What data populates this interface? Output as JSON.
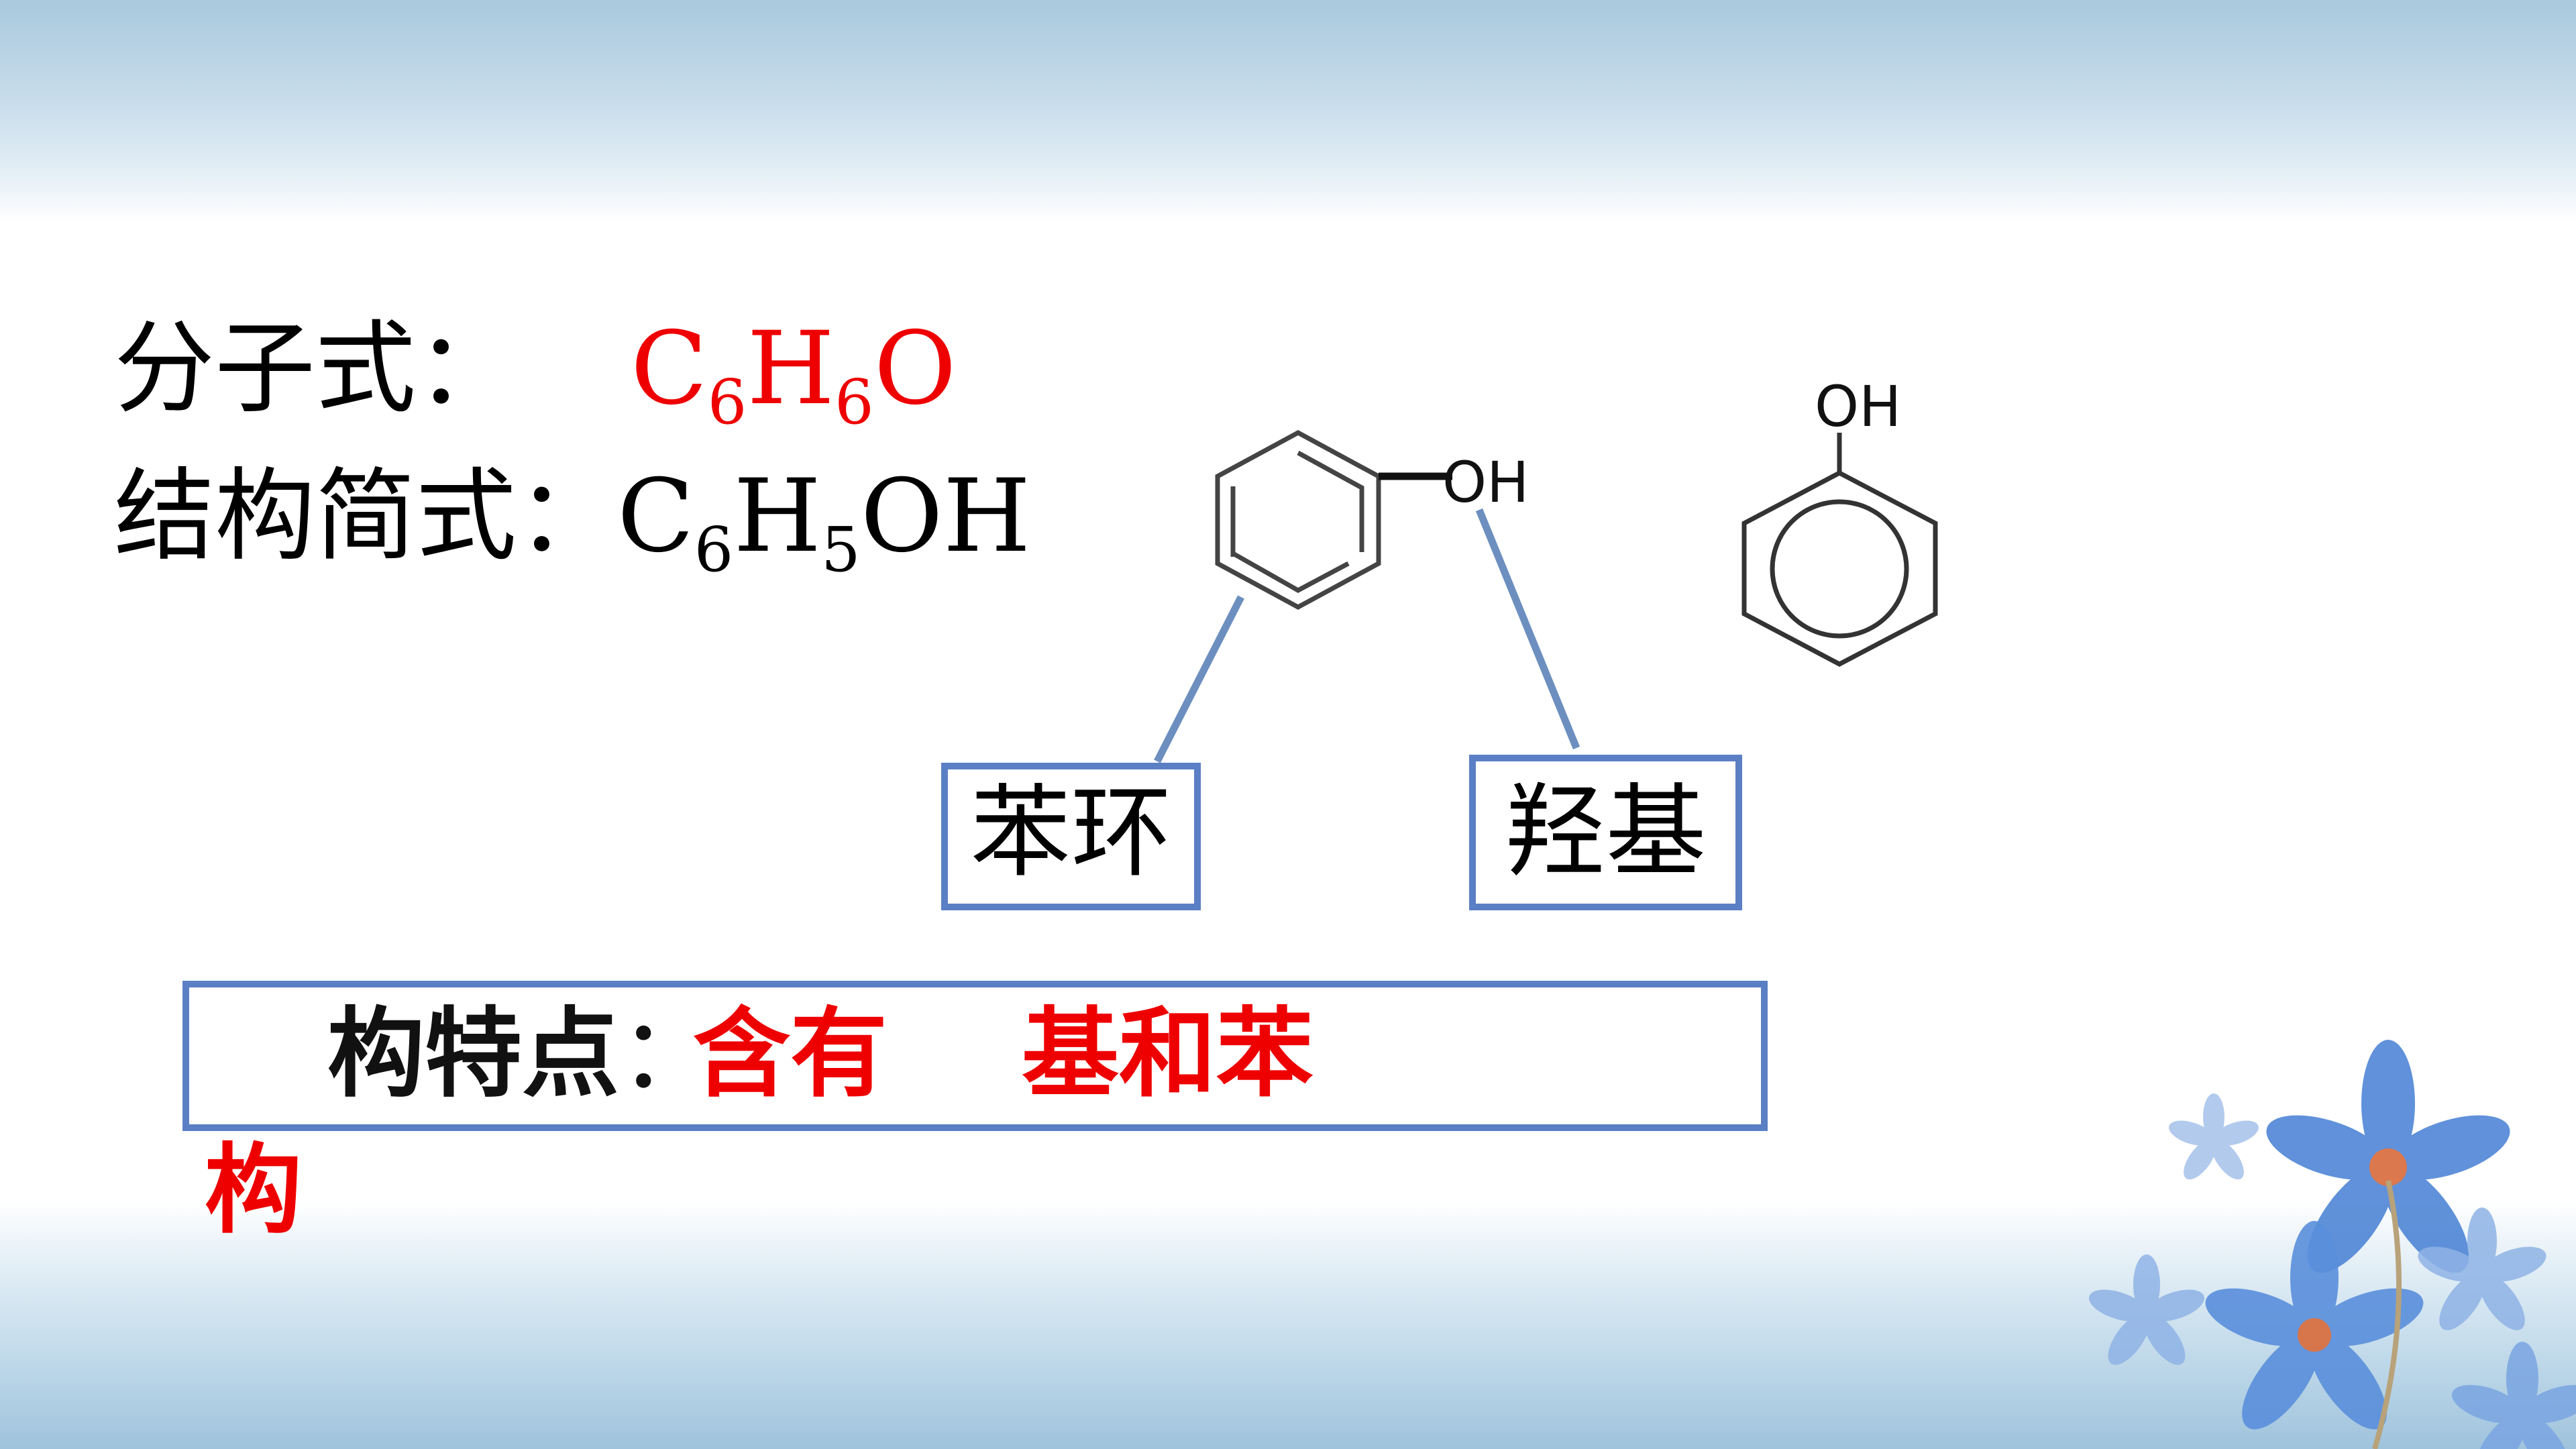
{
  "formula": {
    "molecular_label": "分子式：",
    "molecular_value": {
      "c": "C",
      "c_sub": "6",
      "h": "H",
      "h_sub": "6",
      "o": "O"
    },
    "structural_label": "结构简式：",
    "structural_value": {
      "c": "C",
      "c_sub": "6",
      "h": "H",
      "h_sub": "5",
      "oh": "OH"
    }
  },
  "structure": {
    "oh_label_left": "OH",
    "oh_label_right": "OH",
    "benzene_ring_label": "苯环",
    "hydroxyl_label": "羟基"
  },
  "features": {
    "label": "构特点",
    "colon": "：",
    "value_part1": "含有",
    "value_part2": "基和苯",
    "overflow": "构"
  },
  "colors": {
    "accent_red": "#ee0000",
    "box_blue": "#5b7fc4",
    "flower_blue": "#4f86d6"
  }
}
